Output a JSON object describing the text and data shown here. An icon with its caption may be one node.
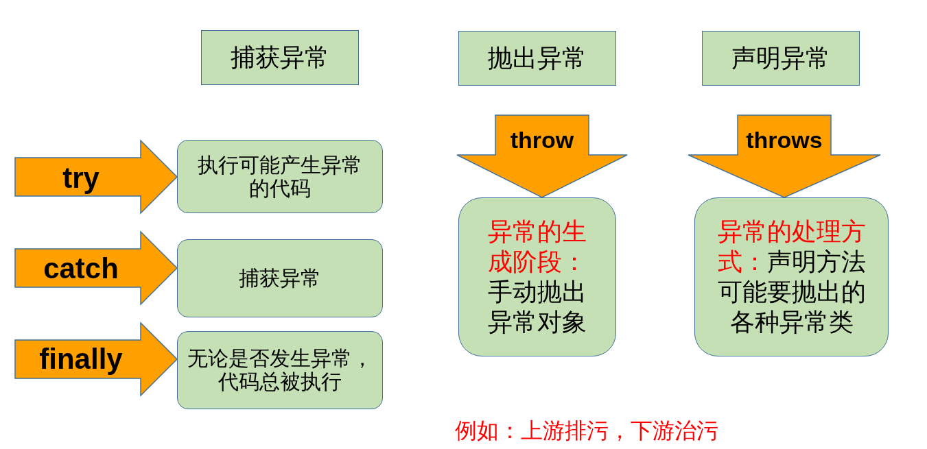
{
  "diagram": {
    "nodes": [
      {
        "text": [
          "捕获异常"
        ]
      },
      {
        "text": [
          "抛出异常"
        ]
      },
      {
        "text": [
          "声明异常"
        ]
      },
      {
        "text": [
          "执行可能产生异常的代码"
        ]
      },
      {
        "text": [
          "捕获异常"
        ]
      },
      {
        "text": [
          "无论是否发生异常，代码总被执行"
        ]
      },
      {
        "text": [
          "异常的生成阶段：",
          "手动抛出异常对象"
        ]
      },
      {
        "text": [
          "异常的处理方式：",
          "声明方法可能要抛出的各种异常类"
        ]
      }
    ],
    "edges": [
      {
        "from": null,
        "to": 3,
        "arrow": "to",
        "label": "try"
      },
      {
        "from": null,
        "to": 4,
        "arrow": "to",
        "label": "catch"
      },
      {
        "from": null,
        "to": 5,
        "arrow": "to",
        "label": "finally"
      },
      {
        "from": null,
        "to": 6,
        "arrow": "to",
        "label": "throw"
      },
      {
        "from": null,
        "to": 7,
        "arrow": "to",
        "label": "throws"
      }
    ],
    "labels": [
      "例如：上游排污，下游治污"
    ]
  }
}
